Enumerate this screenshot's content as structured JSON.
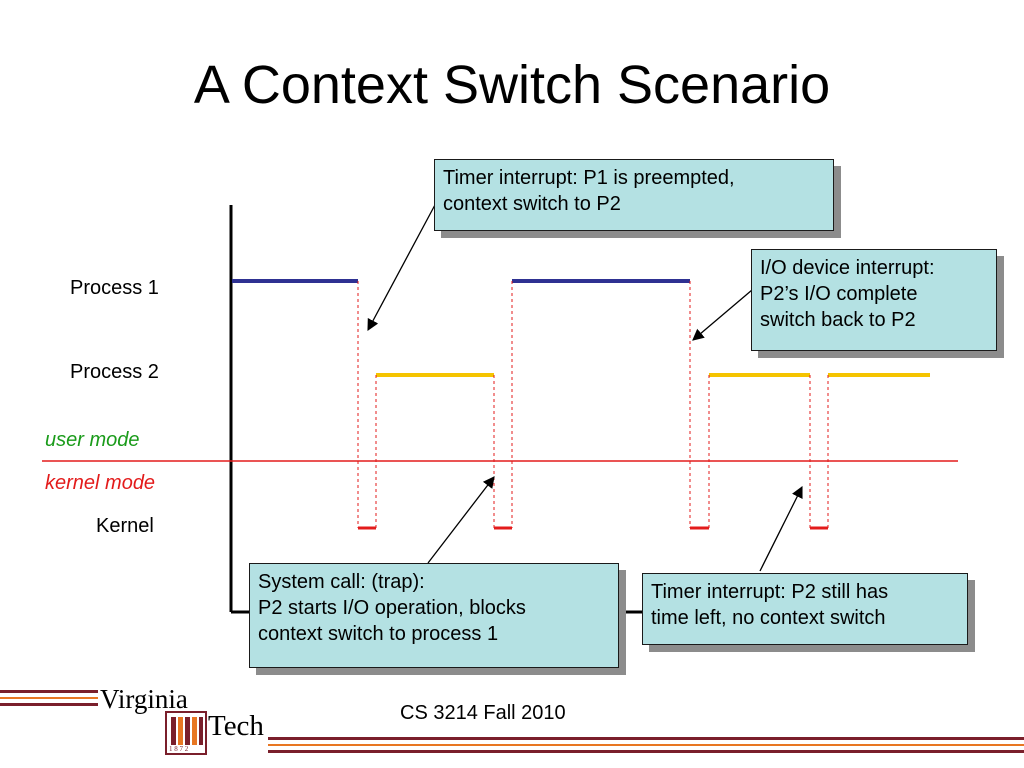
{
  "slide": {
    "title": "A Context Switch Scenario",
    "footer": "CS 3214 Fall 2010"
  },
  "labels": {
    "process1": "Process 1",
    "process2": "Process 2",
    "kernel": "Kernel"
  },
  "modes": {
    "user": "user mode",
    "kernel": "kernel mode"
  },
  "callouts": {
    "timer_preempt": [
      "Timer interrupt: P1 is preempted,",
      "context switch to P2"
    ],
    "io_interrupt": [
      "I/O device interrupt:",
      "P2’s I/O complete",
      "switch back to P2"
    ],
    "syscall": [
      "System call: (trap):",
      "P2 starts I/O operation, blocks",
      "context switch to process 1"
    ],
    "timer_no_switch": [
      "Timer interrupt: P2 still has",
      "time left, no context switch"
    ]
  },
  "logo": {
    "line1": "Virginia",
    "line2": "Tech",
    "seal": "1 8 7 2"
  },
  "colors": {
    "process1": "#2e3192",
    "process2": "#f5c400",
    "kernel": "#e31b1b",
    "mode_divider": "#e31b1b",
    "user_mode_text": "#1a9b1a",
    "kernel_mode_text": "#e31b1b",
    "callout_bg": "#b4e1e3",
    "maroon": "#7a1f2b",
    "orange": "#e87722"
  }
}
